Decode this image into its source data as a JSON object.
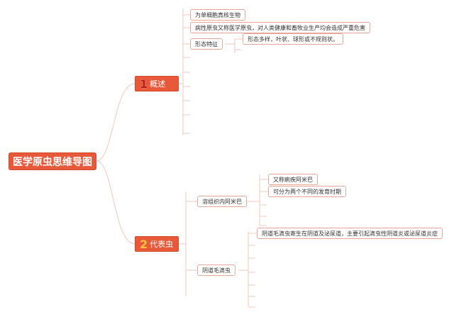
{
  "root": "医学原虫思维导图",
  "sections": [
    {
      "num": "1",
      "label": "概述",
      "children": [
        "为单细胞真核生物",
        "病性原虫又称医学原虫，对人类健康和畜牧业生产均会造成严重危害",
        "形态特征"
      ],
      "morphology": "形态多样，叶状、球形或不规则状。"
    },
    {
      "num": "2",
      "label": "代表虫",
      "children": [
        {
          "label": "溶组织内阿米巴",
          "details": [
            "又称痢疾阿米巴",
            "可分为两个不同的发育时期"
          ]
        },
        {
          "label": "阴道毛滴虫",
          "details": [
            "阴道毛滴虫寄生在阴道及泌尿道，主要引起滴虫性阴道炎或泌尿道炎症"
          ]
        }
      ]
    }
  ],
  "colors": {
    "accent": "#e8593a",
    "border": "#e9a79a",
    "connector": "#f1c7bd"
  }
}
